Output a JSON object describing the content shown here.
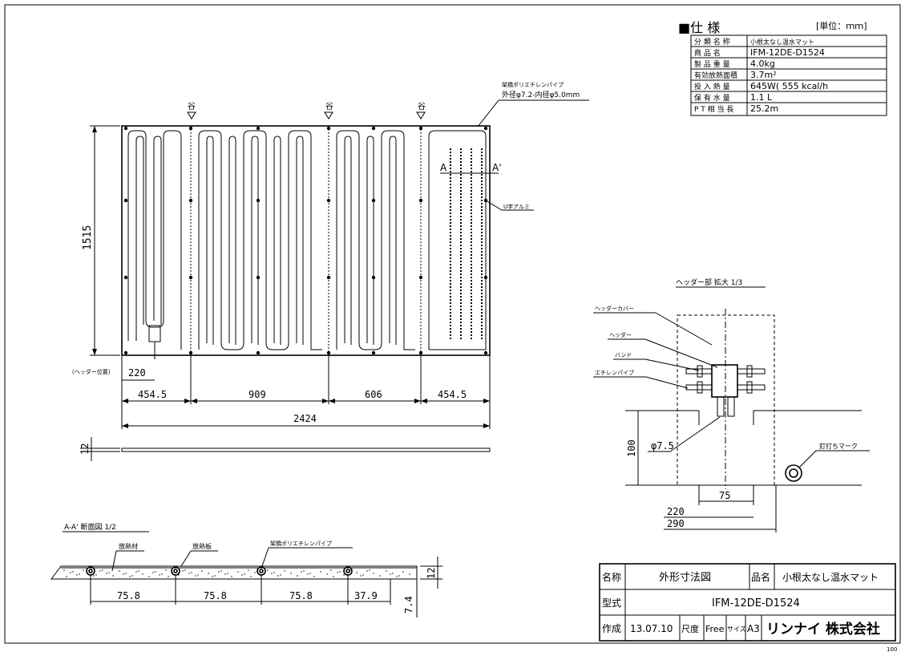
{
  "spec": {
    "title": "■仕 様",
    "unit": "[単位：ｍｍ]",
    "rows": [
      {
        "label": "分 類 名 称",
        "value": "小根太なし温水マット"
      },
      {
        "label": "商 品 名",
        "value": "IFM-12DE-D1524"
      },
      {
        "label": "製 品 重 量",
        "value": "4.0kg"
      },
      {
        "label": "有効放熱面積",
        "value": "3.7m²"
      },
      {
        "label": "投 入 熱 量",
        "value": "645W( 555 kcal/h"
      },
      {
        "label": "保 有 水 量",
        "value": "1.1 L"
      },
      {
        "label": "P T 相 当 長",
        "value": "25.2m"
      }
    ]
  },
  "plan": {
    "valley_label": "谷",
    "pipe_label": "架橋ポリエチレンパイプ",
    "pipe_size": "外径φ7.2-内径φ5.0mm",
    "section_mark_left": "A",
    "section_mark_right": "A'",
    "alu_label": "U字アルミ",
    "header_position_label": "(ヘッダー位置)",
    "dim_height": "1515",
    "dim_header_offset": "220",
    "dim_seg1": "454.5",
    "dim_seg2": "909",
    "dim_seg3": "606",
    "dim_seg4": "454.5",
    "dim_total": "2424",
    "dim_thickness": "12"
  },
  "header_detail": {
    "title": "ヘッダー部 拡大 1/3",
    "cover_label": "ヘッダーカバー",
    "header_label": "ヘッダー",
    "band_label": "バンド",
    "pipe_label": "エチレンパイプ",
    "dim_phi": "φ7.5",
    "dim_100": "100",
    "dim_75": "75",
    "dim_220": "220",
    "dim_290": "290",
    "nail_label": "釘打ちマーク"
  },
  "section": {
    "title": "A-A' 断面図 1/2",
    "label_material": "放熱材",
    "label_plate": "放熱板",
    "label_pipe": "架橋ポリエチレンパイプ",
    "dims": [
      "75.8",
      "75.8",
      "75.8",
      "37.9"
    ],
    "dim_thickness": "12",
    "dim_depth": "7.4"
  },
  "title_block": {
    "name_label": "名称",
    "name_value": "外形寸法図",
    "product_label": "品名",
    "product_value": "小根太なし温水マット",
    "model_label": "型式",
    "model_value": "IFM-12DE-D1524",
    "made_label": "作成",
    "made_value": "13.07.10",
    "scale_label": "尺度",
    "scale_value": "Free",
    "size_label": "サイズ",
    "size_value": "A3",
    "company": "リンナイ 株式会社",
    "sheet_no": "100"
  }
}
